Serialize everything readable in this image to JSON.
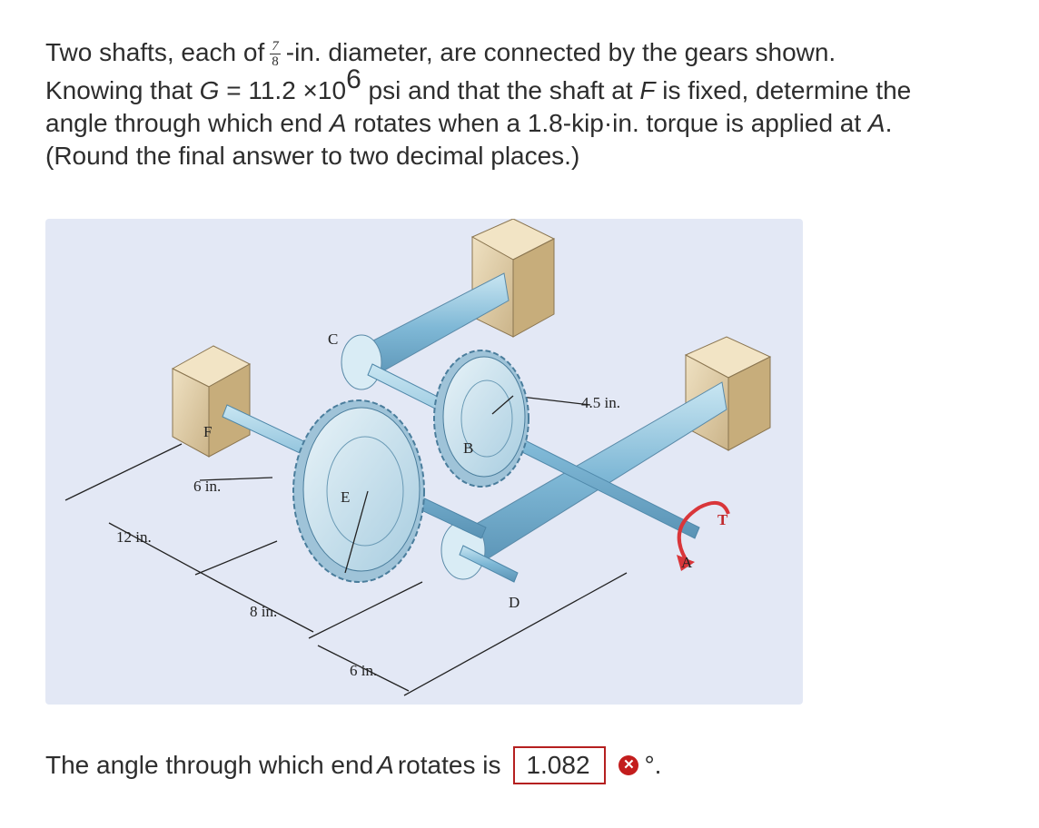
{
  "problem": {
    "line1_pre": "Two shafts, each of",
    "frac_num": "7",
    "frac_den": "8",
    "line1_post": "-in. diameter, are connected by the gears shown.",
    "line2_pre": "Knowing that ",
    "g_symbol": "G",
    "g_eq": " = 11.2 ×10",
    "g_exp": "6",
    "line2_mid": " psi and that the shaft at ",
    "f_symbol": "F",
    "line2_post": " is fixed, determine the",
    "line3_pre": "angle through which end ",
    "a_symbol": "A",
    "line3_post": " rotates when a 1.8-kip·in. torque is applied at ",
    "a_symbol2": "A",
    "line3_end": ".",
    "line4": "(Round the final answer to two decimal places.)"
  },
  "figure": {
    "labels": {
      "c": "C",
      "f": "F",
      "e": "E",
      "b": "B",
      "d": "D",
      "a": "A",
      "t": "T",
      "dim_45": "4.5 in.",
      "dim_6a": "6 in.",
      "dim_12": "12 in.",
      "dim_8": "8 in.",
      "dim_6b": "6 in."
    }
  },
  "answer": {
    "prompt_pre": "The angle through which end ",
    "a_symbol": "A",
    "prompt_post": " rotates is",
    "value": "1.082",
    "unit": "°."
  },
  "colors": {
    "figure_bg": "#e3e8f5",
    "error_red": "#c31d1d",
    "box_border": "#b52020"
  }
}
